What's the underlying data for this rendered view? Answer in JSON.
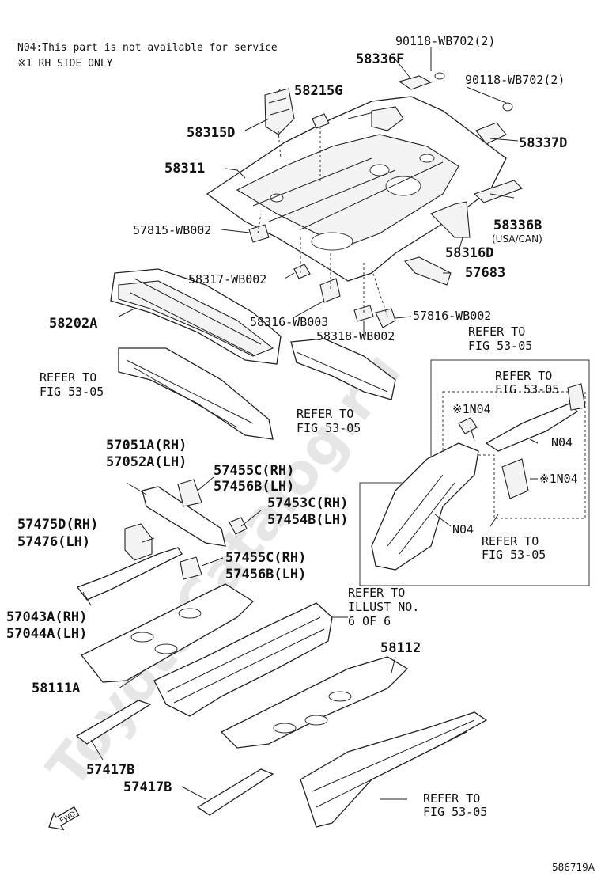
{
  "notes": {
    "line1": "N04:This part is not available for service",
    "line2": "※1 RH SIDE ONLY"
  },
  "watermark": "ToyotaCatalog.ru",
  "labels": {
    "p90118_top": "90118-WB702(2)",
    "p58336F": "58336F",
    "p90118_right": "90118-WB702(2)",
    "p58215G": "58215G",
    "p58315D": "58315D",
    "p58337D": "58337D",
    "p58311": "58311",
    "p58336B": "58336B",
    "p58336B_note": "(USA/CAN)",
    "p57815": "57815-WB002",
    "p58316D": "58316D",
    "p57683": "57683",
    "p58317": "58317-WB002",
    "p58202A": "58202A",
    "p58316WB": "58316-WB003",
    "p57816": "57816-WB002",
    "p58318": "58318-WB002",
    "refer_1_l1": "REFER TO",
    "refer_1_l2": "FIG 53-05",
    "refer_2_l1": "REFER TO",
    "refer_2_l2": "FIG 53-05",
    "refer_3_l1": "REFER TO",
    "refer_3_l2": "FIG 53-05",
    "refer_4_l1": "REFER TO",
    "refer_4_l2": "FIG 53-05",
    "refer_5_l1": "REFER TO",
    "refer_5_l2": "FIG 53-05",
    "refer_6_l1": "REFER TO",
    "refer_6_l2": "FIG 53-05",
    "refer_illust_l1": "REFER TO",
    "refer_illust_l2": "ILLUST NO.",
    "refer_illust_l3": "6 OF 6",
    "n04_a": "※1N04",
    "n04_b": "N04",
    "n04_c": "※1N04",
    "n04_d": "N04",
    "p57051A": "57051A(RH)",
    "p57052A": "57052A(LH)",
    "p57455C_1": "57455C(RH)",
    "p57456B_1": "57456B(LH)",
    "p57453C": "57453C(RH)",
    "p57454B": "57454B(LH)",
    "p57475D": "57475D(RH)",
    "p57476": "57476(LH)",
    "p57455C_2": "57455C(RH)",
    "p57456B_2": "57456B(LH)",
    "p57043A": "57043A(RH)",
    "p57044A": "57044A(LH)",
    "p58112": "58112",
    "p58111A": "58111A",
    "p57417B_1": "57417B",
    "p57417B_2": "57417B",
    "fwd": "FWD",
    "drawing_id": "586719A"
  }
}
